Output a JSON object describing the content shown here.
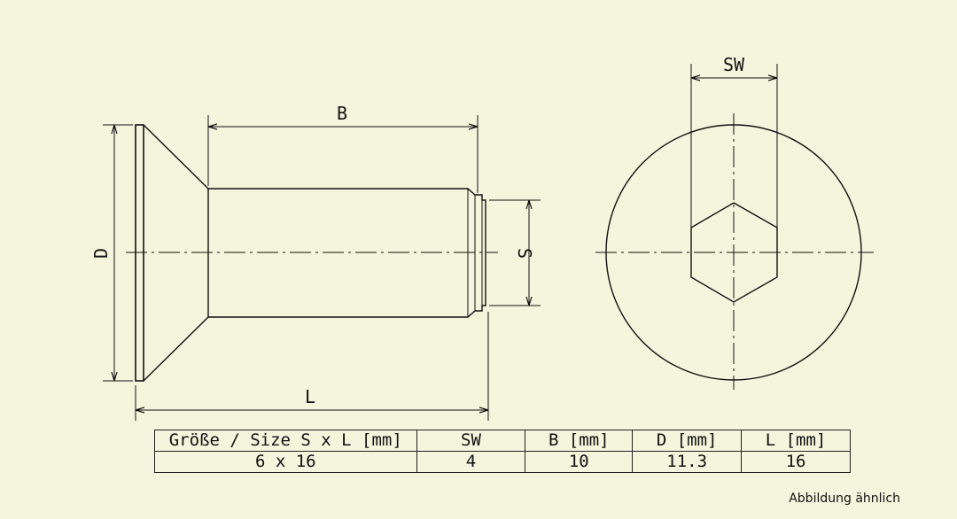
{
  "dimensions": {
    "B": "B",
    "D": "D",
    "L": "L",
    "S": "S",
    "SW": "SW"
  },
  "table": {
    "headers": [
      "Größe / Size S x L [mm]",
      "SW",
      "B [mm]",
      "D [mm]",
      "L [mm]"
    ],
    "rows": [
      [
        "6 x 16",
        "4",
        "10",
        "11.3",
        "16"
      ]
    ]
  },
  "note": "Abbildung ähnlich",
  "colors": {
    "background": "#f5f4dc",
    "line": "#111111"
  }
}
